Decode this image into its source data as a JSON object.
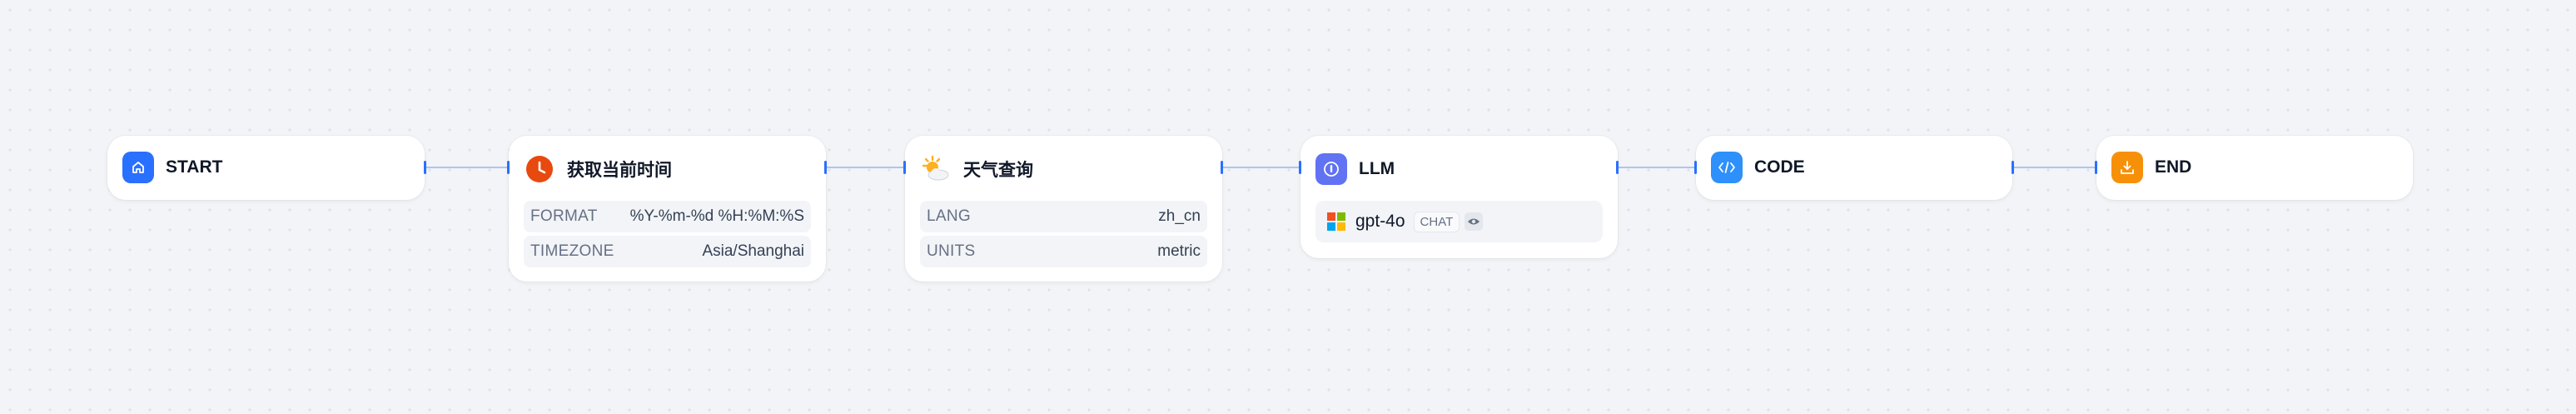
{
  "workflow": {
    "nodes": [
      {
        "id": "start",
        "title": "START",
        "icon": "home-icon",
        "color": "#2970ff"
      },
      {
        "id": "time",
        "title": "获取当前时间",
        "icon": "clock-icon",
        "color": "#e8490f",
        "params": [
          {
            "key": "FORMAT",
            "value": "%Y-%m-%d %H:%M:%S"
          },
          {
            "key": "TIMEZONE",
            "value": "Asia/Shanghai"
          }
        ]
      },
      {
        "id": "weather",
        "title": "天气查询",
        "icon": "sun-cloud-icon",
        "color": "#fdb022",
        "params": [
          {
            "key": "LANG",
            "value": "zh_cn"
          },
          {
            "key": "UNITS",
            "value": "metric"
          }
        ]
      },
      {
        "id": "llm",
        "title": "LLM",
        "icon": "llm-icon",
        "color": "#6172f3",
        "model": {
          "name": "gpt-4o",
          "mode": "CHAT",
          "provider_icon": "microsoft-logo-icon",
          "vision_icon": "eye-icon"
        }
      },
      {
        "id": "code",
        "title": "CODE",
        "icon": "code-icon",
        "color": "#2e90fa"
      },
      {
        "id": "end",
        "title": "END",
        "icon": "end-flag-icon",
        "color": "#f79009"
      }
    ],
    "edge_color": "#b2c4ee",
    "handle_color": "#2970ff"
  }
}
